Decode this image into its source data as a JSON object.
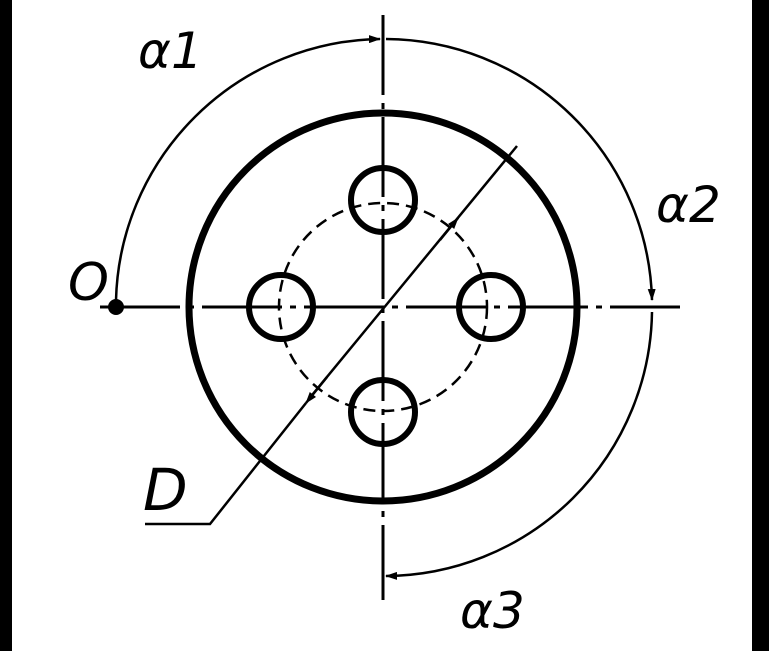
{
  "labels": {
    "origin": "O",
    "diameter": "D",
    "alpha1": "α1",
    "alpha2": "α2",
    "alpha3": "α3"
  },
  "colors": {
    "line": "#000000",
    "background": "#ffffff"
  }
}
